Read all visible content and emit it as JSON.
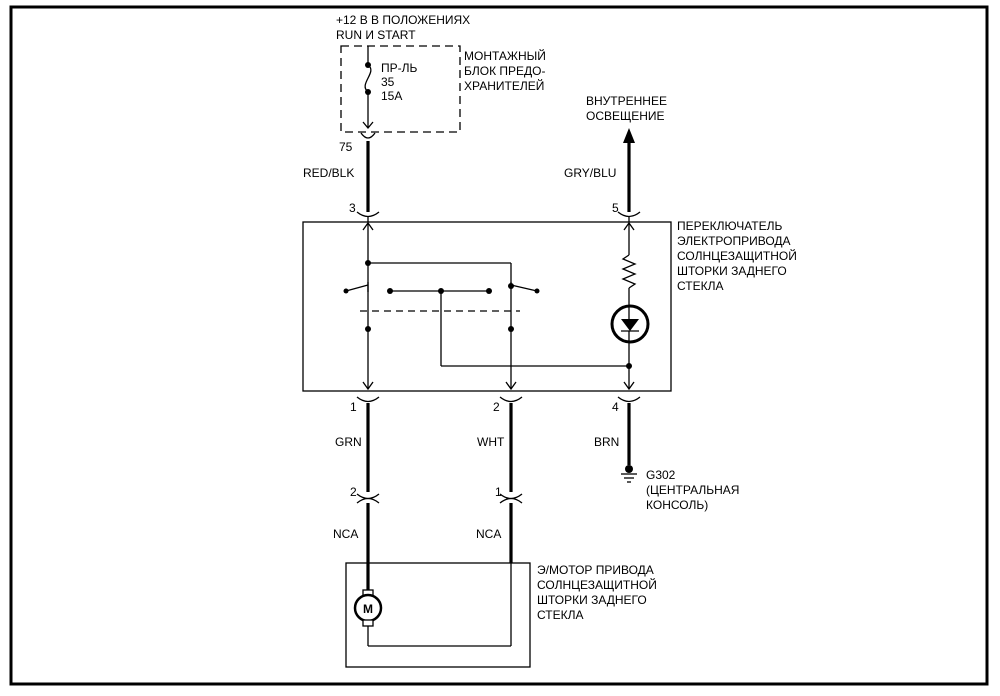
{
  "power": {
    "line1": "+12 В В ПОЛОЖЕНИЯХ",
    "line2": "RUN И START"
  },
  "fuse_block": {
    "line1": "МОНТАЖНЫЙ",
    "line2": "БЛОК ПРЕДО-",
    "line3": "ХРАНИТЕЛЕЙ"
  },
  "fuse": {
    "name": "ПР-ЛЬ",
    "number": "35",
    "rating": "15A"
  },
  "interior_light": {
    "line1": "ВНУТРЕННЕЕ",
    "line2": "ОСВЕЩЕНИЕ"
  },
  "switch": {
    "line1": "ПЕРЕКЛЮЧАТЕЛЬ",
    "line2": "ЭЛЕКТРОПРИВОДА",
    "line3": "СОЛНЦЕЗАЩИТНОЙ",
    "line4": "ШТОРКИ ЗАДНЕГО",
    "line5": "СТЕКЛА"
  },
  "ground": {
    "id": "G302",
    "line1": "(ЦЕНТРАЛЬНАЯ",
    "line2": "КОНСОЛЬ)"
  },
  "motor": {
    "symbol": "M",
    "line1": "Э/МОТОР ПРИВОДА",
    "line2": "СОЛНЦЕЗАЩИТНОЙ",
    "line3": "ШТОРКИ ЗАДНЕГО",
    "line4": "СТЕКЛА"
  },
  "pins": {
    "fuse_out": "75",
    "switch_3": "3",
    "switch_5": "5",
    "switch_1": "1",
    "switch_2": "2",
    "switch_4": "4",
    "motor_2": "2",
    "motor_1": "1"
  },
  "wires": {
    "red_blk": "RED/BLK",
    "gry_blu": "GRY/BLU",
    "grn": "GRN",
    "wht": "WHT",
    "brn": "BRN",
    "nca_left": "NCA",
    "nca_right": "NCA"
  }
}
